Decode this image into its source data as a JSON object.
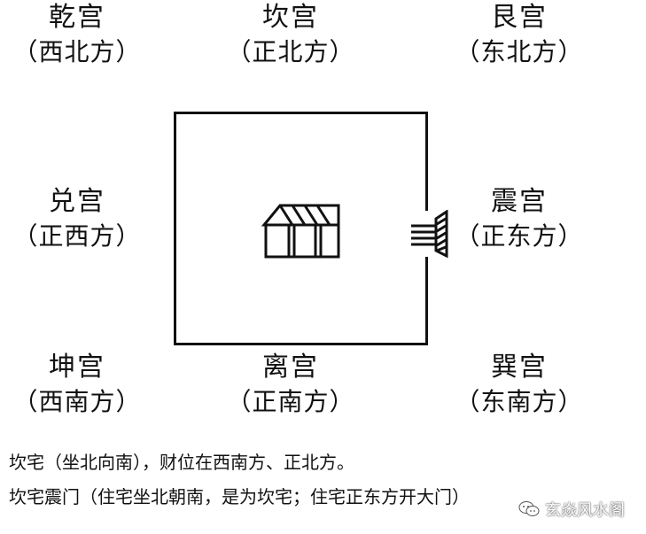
{
  "palaces": {
    "nw": {
      "name": "乾宫",
      "dir": "（西北方）"
    },
    "n": {
      "name": "坎宫",
      "dir": "（正北方）"
    },
    "ne": {
      "name": "艮宫",
      "dir": "（东北方）"
    },
    "w": {
      "name": "兑宫",
      "dir": "（正西方）"
    },
    "e": {
      "name": "震宫",
      "dir": "（正东方）"
    },
    "sw": {
      "name": "坤宫",
      "dir": "（西南方）"
    },
    "s": {
      "name": "离宫",
      "dir": "（正南方）"
    },
    "se": {
      "name": "巽宫",
      "dir": "（东南方）"
    }
  },
  "notes": {
    "line1": "坎宅（坐北向南），财位在西南方、正北方。",
    "line2": "坎宅震门（住宅坐北朝南，是为坎宅；住宅正东方开大门）"
  },
  "watermark": {
    "text": "玄焱风水阁",
    "icon": "wechat-icon"
  },
  "colors": {
    "ink": "#111111",
    "background": "#ffffff"
  }
}
